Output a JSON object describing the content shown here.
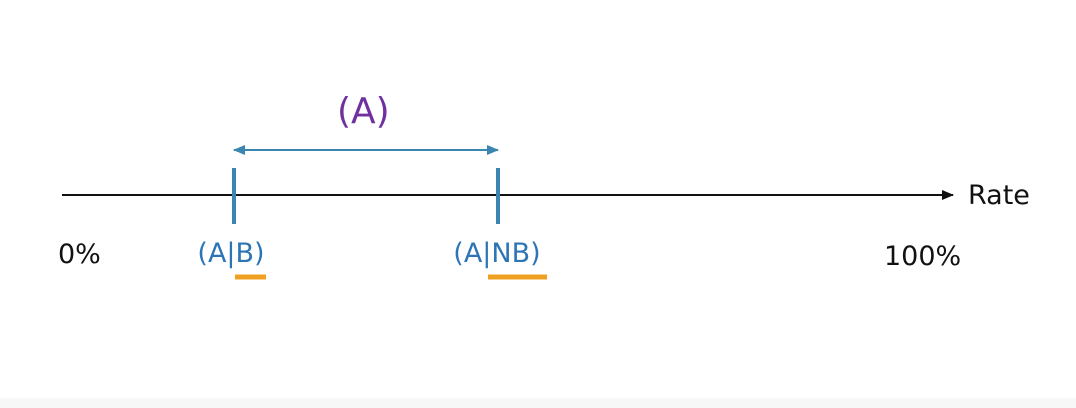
{
  "axis": {
    "label": "Rate",
    "start_label": "0%",
    "end_label": "100%"
  },
  "range_label": "(A)",
  "ticks": [
    {
      "name": "tick-a-given-b",
      "value_prefix": "(A|",
      "value_condition": "B",
      "value_suffix": ")"
    },
    {
      "name": "tick-a-given-nb",
      "value_prefix": "(A|",
      "value_condition": "NB",
      "value_suffix": ")"
    }
  ],
  "colors": {
    "axis": "#111111",
    "tick": "#3a86b0",
    "tick_text": "#2e75b6",
    "range_label": "#7030a0",
    "underline": "#f0a020"
  }
}
